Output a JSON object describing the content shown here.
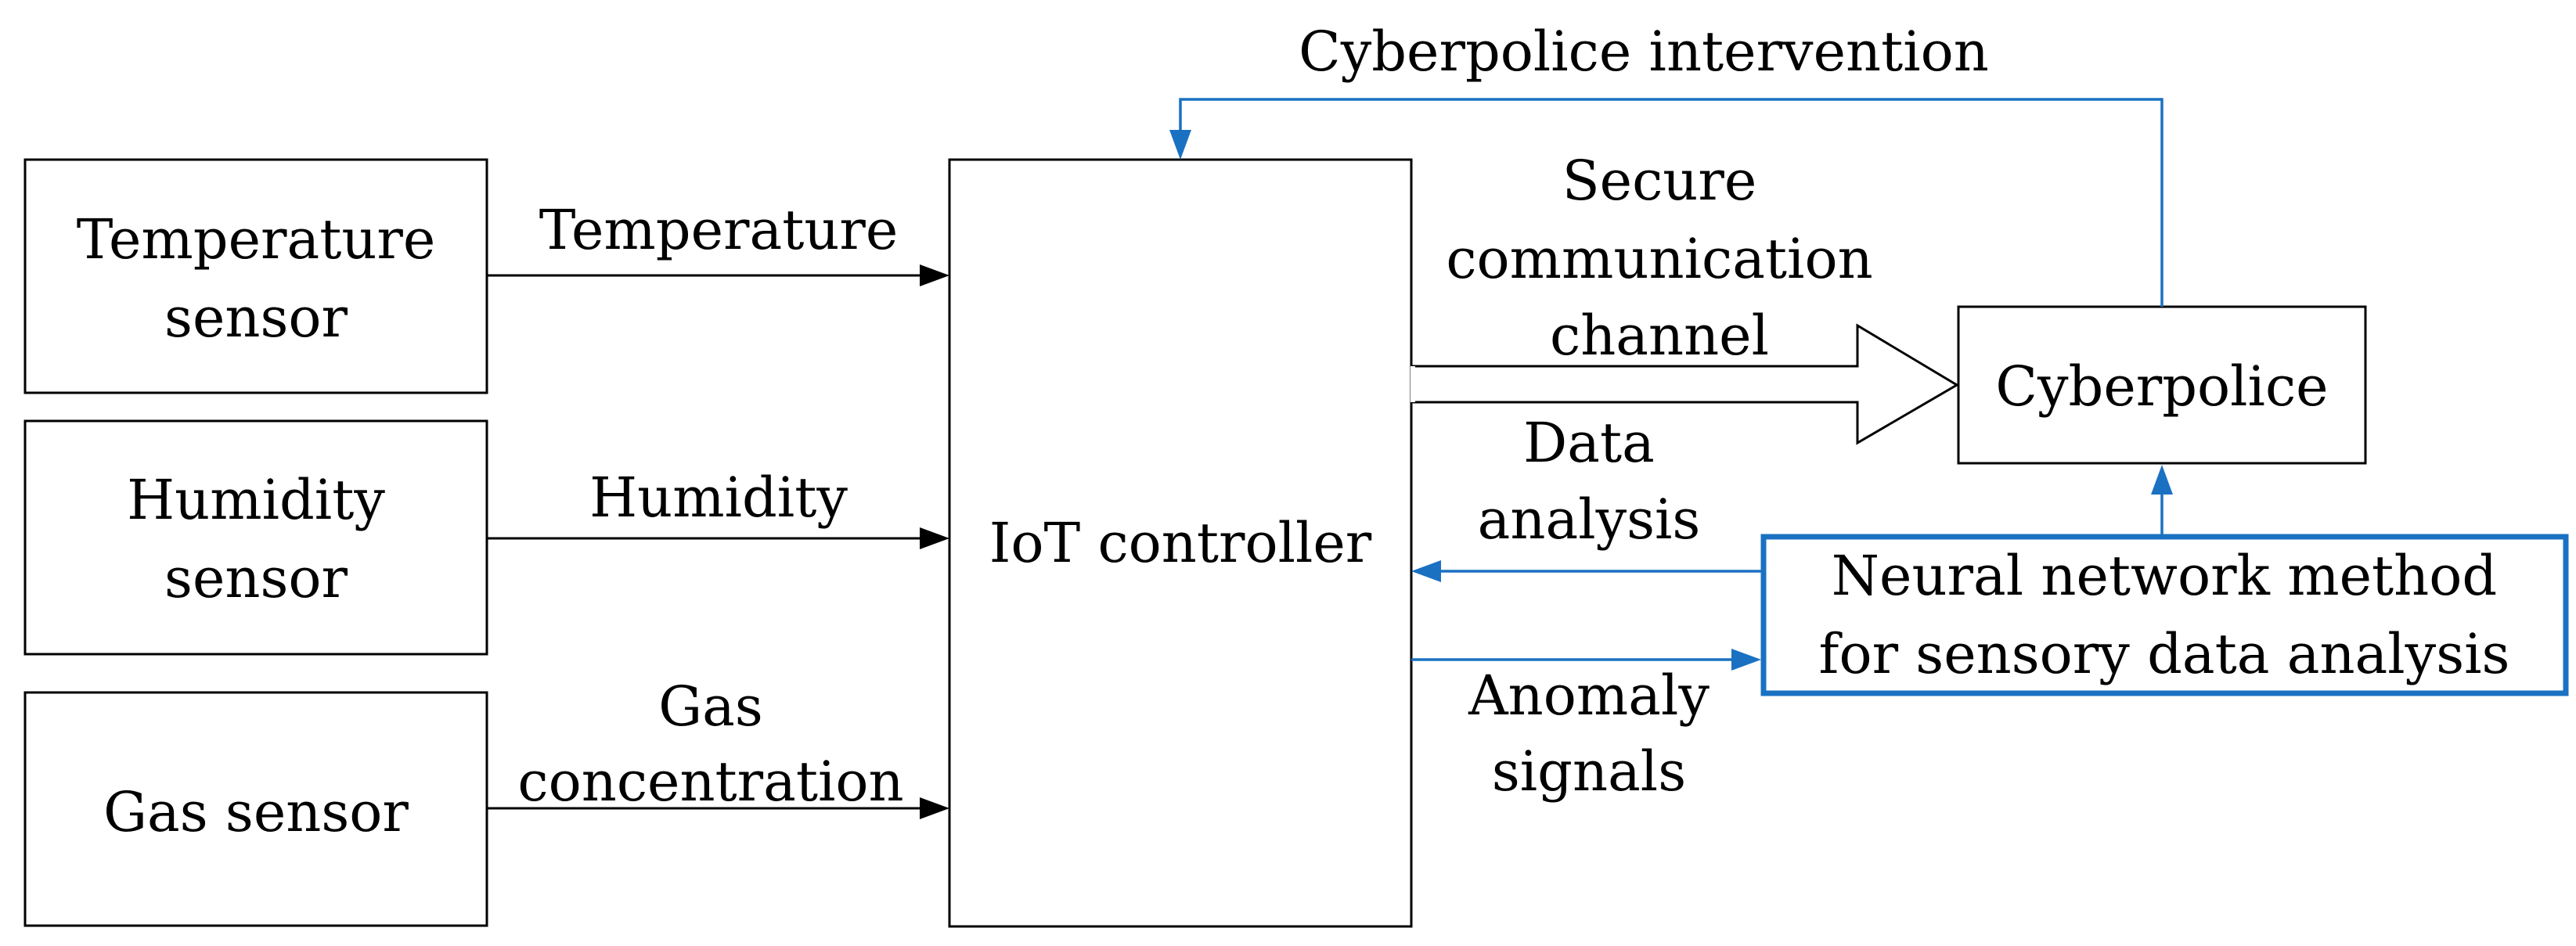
{
  "colors": {
    "line": "#000000",
    "accent": "#1a71c2",
    "background": "#ffffff"
  },
  "nodes": {
    "temperature_sensor": [
      "Temperature",
      "sensor"
    ],
    "humidity_sensor": [
      "Humidity",
      "sensor"
    ],
    "gas_sensor": [
      "Gas sensor"
    ],
    "iot_controller": [
      "IoT controller"
    ],
    "cyberpolice": [
      "Cyberpolice"
    ],
    "neural_network": [
      "Neural network method",
      "for sensory data analysis"
    ]
  },
  "edges": {
    "temperature": [
      "Temperature"
    ],
    "humidity": [
      "Humidity"
    ],
    "gas_concentration": [
      "Gas",
      "concentration"
    ],
    "secure_channel": [
      "Secure",
      "communication",
      "channel"
    ],
    "data_analysis": [
      "Data",
      "analysis"
    ],
    "anomaly_signals": [
      "Anomaly",
      "signals"
    ],
    "cyberpolice_intervention": [
      "Cyberpolice intervention"
    ]
  }
}
